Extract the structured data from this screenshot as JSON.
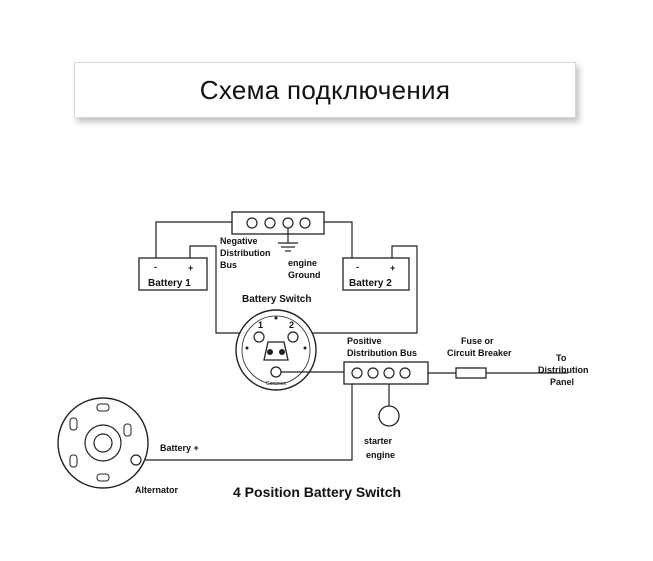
{
  "banner": {
    "title": "Схема подключения"
  },
  "diagram": {
    "battery1": {
      "label": "Battery 1",
      "neg": "-",
      "pos": "+"
    },
    "battery2": {
      "label": "Battery 2",
      "neg": "-",
      "pos": "+"
    },
    "negative_bus": [
      "Negative",
      "Distribution",
      "Bus"
    ],
    "engine_ground": [
      "engine",
      "Ground"
    ],
    "battery_switch": {
      "label": "Battery Switch",
      "pos1": "1",
      "pos2": "2",
      "common": "Common"
    },
    "positive_bus": [
      "Positive",
      "Distribution Bus"
    ],
    "fuse": [
      "Fuse or",
      "Circuit Breaker"
    ],
    "to_panel": [
      "To",
      "Distribution",
      "Panel"
    ],
    "starter": [
      "starter",
      "engine"
    ],
    "battery_plus": "Battery +",
    "alternator": "Alternator",
    "caption": "4 Position Battery Switch"
  }
}
